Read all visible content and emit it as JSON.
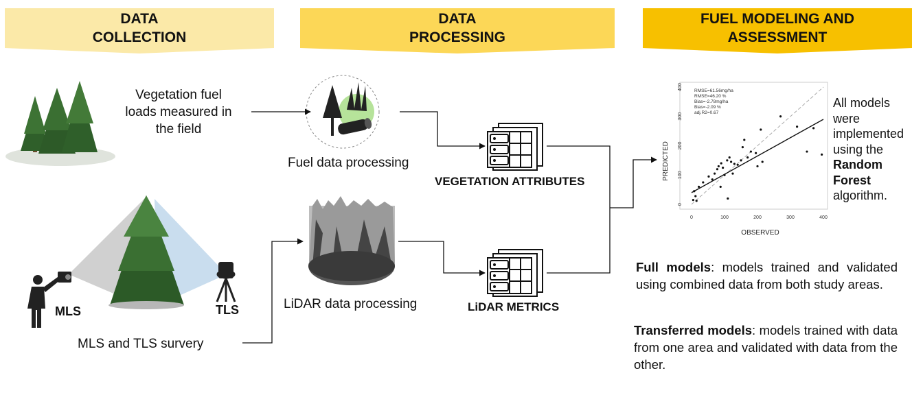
{
  "headers": {
    "collection": {
      "line1": "DATA",
      "line2": "COLLECTION",
      "color": "#fbe9a8"
    },
    "processing": {
      "line1": "DATA",
      "line2": "PROCESSING",
      "color": "#fcd757"
    },
    "modeling": {
      "line1": "FUEL MODELING AND",
      "line2": "ASSESSMENT",
      "color": "#f7c000"
    }
  },
  "collection": {
    "fuel_loads_line1": "Vegetation fuel",
    "fuel_loads_line2": "loads measured in",
    "fuel_loads_line3": "the field",
    "mls_label": "MLS",
    "tls_label": "TLS",
    "survey_label": "MLS and TLS survery"
  },
  "processing": {
    "fuel_data_label": "Fuel data processing",
    "lidar_data_label": "LiDAR data processing",
    "veg_attributes_label": "VEGETATION ATTRIBUTES",
    "lidar_metrics_label": "LiDAR METRICS"
  },
  "modeling": {
    "note_line1": "All models",
    "note_line2": "were",
    "note_line3": "implemented",
    "note_line4": "using the",
    "note_bold1": "Random",
    "note_bold2": "Forest",
    "note_line5": "algorithm.",
    "full_models_title": "Full models",
    "full_models_text": ": models trained and validated using combined data from both study areas.",
    "transferred_models_title": "Transferred models",
    "transferred_models_text": ": models trained with data from one area and validated with data from the other."
  },
  "chart_data": {
    "type": "scatter",
    "xlabel": "OBSERVED",
    "ylabel": "PREDICTED",
    "xlim": [
      0,
      400
    ],
    "ylim": [
      0,
      400
    ],
    "xticks": [
      0,
      100,
      200,
      300,
      400
    ],
    "yticks": [
      0,
      100,
      200,
      300,
      400
    ],
    "stats": [
      "RMSE=61.56mg/ha",
      "RMSE=46.20 %",
      "Bias=-2.78mg/ha",
      "Bias=-2.09 %",
      "adj.R2=0.67"
    ],
    "points": [
      [
        5,
        15
      ],
      [
        8,
        45
      ],
      [
        12,
        28
      ],
      [
        15,
        12
      ],
      [
        22,
        60
      ],
      [
        35,
        75
      ],
      [
        52,
        95
      ],
      [
        63,
        85
      ],
      [
        70,
        105
      ],
      [
        78,
        120
      ],
      [
        82,
        130
      ],
      [
        88,
        60
      ],
      [
        90,
        140
      ],
      [
        95,
        125
      ],
      [
        100,
        100
      ],
      [
        108,
        150
      ],
      [
        110,
        20
      ],
      [
        115,
        160
      ],
      [
        120,
        145
      ],
      [
        125,
        105
      ],
      [
        130,
        138
      ],
      [
        140,
        135
      ],
      [
        150,
        150
      ],
      [
        155,
        195
      ],
      [
        160,
        220
      ],
      [
        170,
        160
      ],
      [
        180,
        180
      ],
      [
        195,
        175
      ],
      [
        200,
        130
      ],
      [
        210,
        255
      ],
      [
        215,
        145
      ],
      [
        270,
        300
      ],
      [
        320,
        265
      ],
      [
        350,
        180
      ],
      [
        370,
        260
      ],
      [
        395,
        170
      ]
    ],
    "fit_line": [
      [
        0,
        40
      ],
      [
        400,
        290
      ]
    ],
    "identity_line": [
      [
        0,
        0
      ],
      [
        400,
        400
      ]
    ],
    "grid": false
  }
}
